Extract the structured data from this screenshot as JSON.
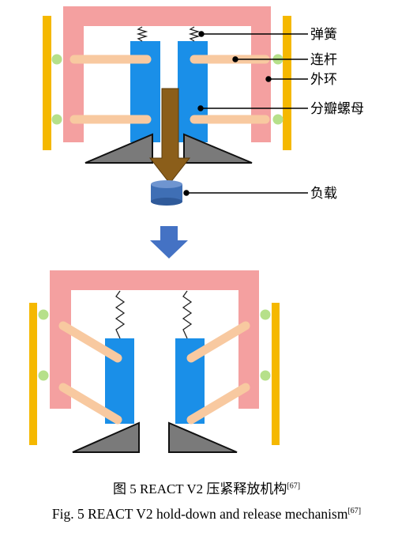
{
  "labels": {
    "spring": "弹簧",
    "link": "连杆",
    "outer_ring": "外环",
    "split_nut": "分瓣螺母",
    "load": "负载"
  },
  "caption_cn": {
    "text": "图 5    REACT V2 压紧释放机构",
    "ref": "[67]"
  },
  "caption_en": {
    "text": "Fig. 5    REACT V2 hold-down and release mechanism",
    "ref": "[67]"
  },
  "colors": {
    "outer_ring": "#f4a0a0",
    "split_nut": "#1a8fe8",
    "link": "#f8c9a0",
    "side_rail": "#f5b800",
    "pin": "#b6e08a",
    "wedge": "#7a7a7a",
    "load_arrow": "#8b5e1a",
    "load_block": "#3f6fb5",
    "transition_arrow": "#4472c4"
  }
}
